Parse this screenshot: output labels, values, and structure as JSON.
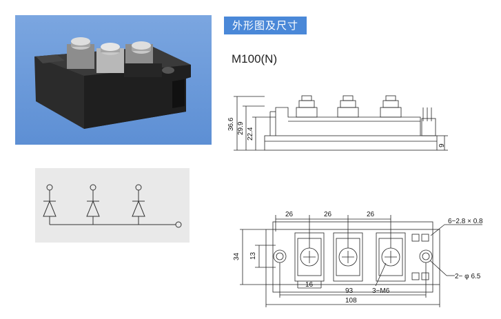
{
  "header": {
    "title": "外形图及尺寸"
  },
  "model": {
    "name": "M100(N)"
  },
  "side_view": {
    "dims": {
      "height_total": "36.6",
      "height_mid": "29.9",
      "height_base": "22.4",
      "terminal_height": "9"
    }
  },
  "top_view": {
    "dims": {
      "pitch_1": "26",
      "pitch_2": "26",
      "pitch_3": "26",
      "width": "34",
      "inner_width": "13",
      "terminal_width": "16",
      "mount_pitch": "93",
      "length": "108",
      "pin_note": "6−2.8 × 0.8",
      "hole_note": "2− φ 6.5",
      "screw_note": "3−M6"
    }
  }
}
